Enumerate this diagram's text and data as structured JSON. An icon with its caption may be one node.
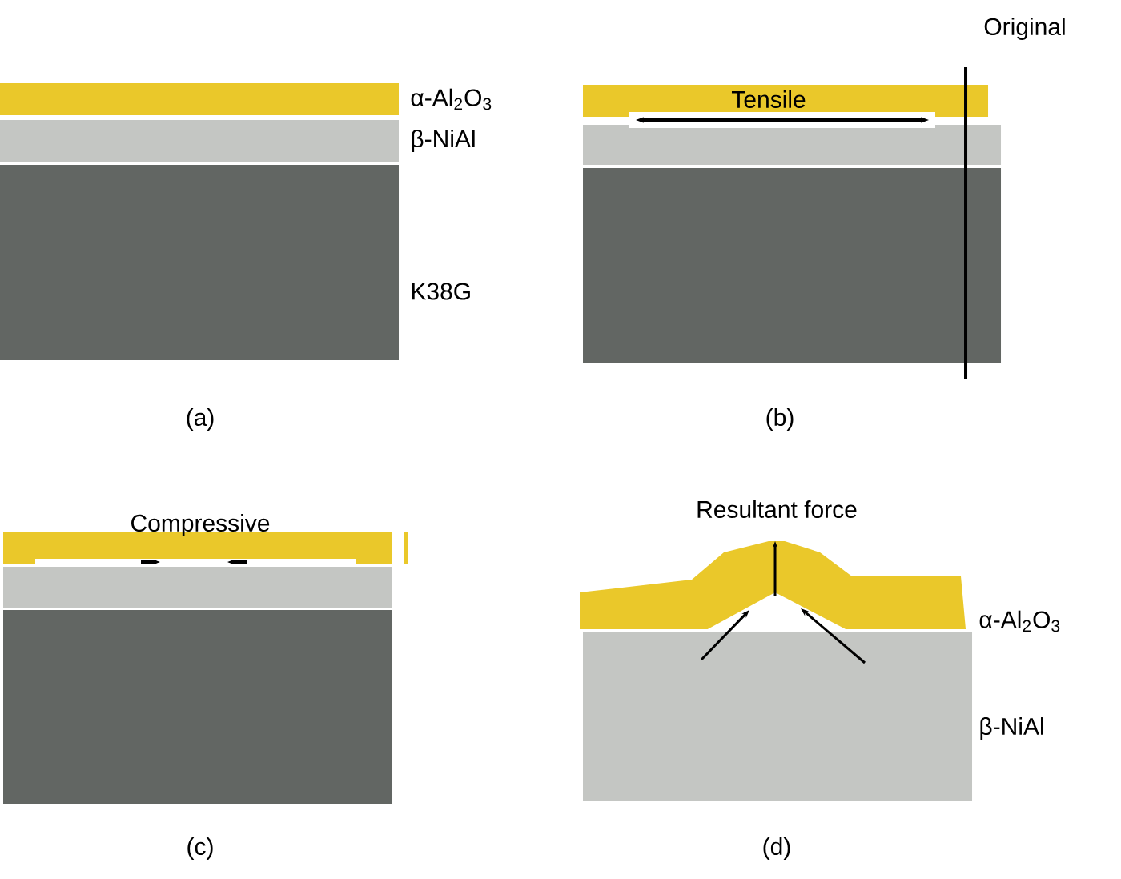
{
  "diagram": {
    "labels": [
      "α-Al$_{2}$O$_{3}$",
      "β-NiAl",
      "K38G",
      "(a)",
      "Original",
      "Tensile",
      "(b)",
      "Compressive",
      "(c)",
      "Resultant force",
      "α-Al$_{2}$O$_{3}$",
      "β-NiAl",
      "(d)"
    ]
  }
}
